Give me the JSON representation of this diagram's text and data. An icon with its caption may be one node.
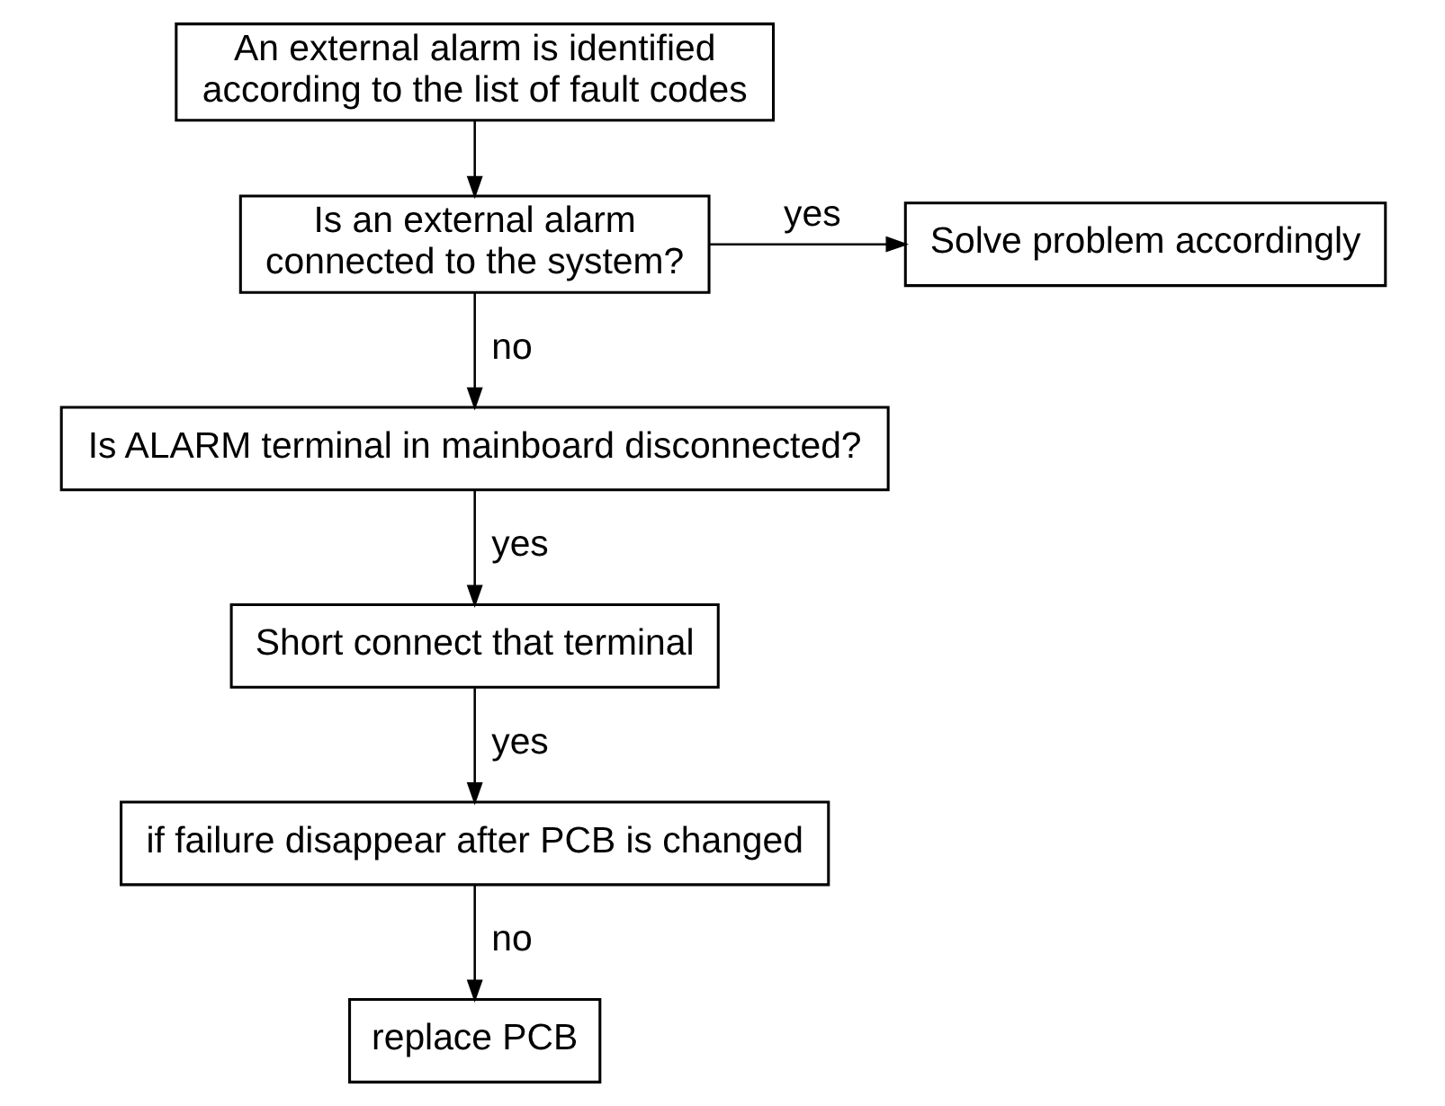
{
  "diagram": {
    "nodes": [
      {
        "text": [
          "An external alarm is identified according to the list of fault codes"
        ]
      },
      {
        "text": [
          "Is an external alarm connected to the system?"
        ]
      },
      {
        "text": [
          "Solve problem accordingly"
        ]
      },
      {
        "text": [
          "Is ALARM terminal in mainboard disconnected?"
        ]
      },
      {
        "text": [
          "Short connect that terminal"
        ]
      },
      {
        "text": [
          "if failure disappear after PCB is changed"
        ]
      },
      {
        "text": [
          "replace PCB"
        ]
      }
    ],
    "edges": [
      {
        "from": 0,
        "to": 1,
        "arrow": "to"
      },
      {
        "from": 1,
        "to": 2,
        "arrow": "to",
        "label": "yes"
      },
      {
        "from": 1,
        "to": 3,
        "arrow": "to",
        "label": "no"
      },
      {
        "from": 3,
        "to": 4,
        "arrow": "to",
        "label": "yes"
      },
      {
        "from": 4,
        "to": 5,
        "arrow": "to",
        "label": "yes"
      },
      {
        "from": 5,
        "to": 6,
        "arrow": "to",
        "label": "no"
      }
    ]
  }
}
